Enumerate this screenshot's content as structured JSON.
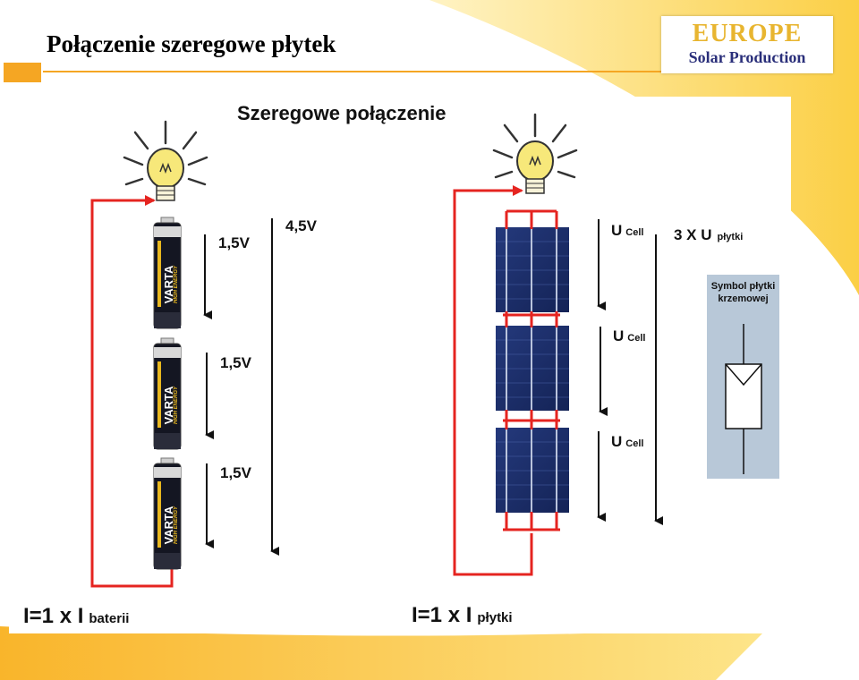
{
  "slide": {
    "title": "Połączenie szeregowe płytek"
  },
  "logo": {
    "line1": "EUROPE",
    "line2": "Solar Production"
  },
  "diagram": {
    "heading": "Szeregowe połączenie",
    "battery_voltages": [
      "1,5V",
      "1,5V",
      "1,5V"
    ],
    "battery_total": "4,5V",
    "battery_brand": "VARTA",
    "battery_subbrand": "HIGH ENERGY",
    "cell_label": "U",
    "cell_sub": "Cell",
    "panel_total": "3 X U",
    "panel_total_sub": "płytki",
    "symbol_caption": "Symbol płytki krzemowej",
    "battery_current": "I=1 x I",
    "battery_current_sub": "baterii",
    "panel_current": "I=1 x I",
    "panel_current_sub": "płytki"
  },
  "colors": {
    "accent_orange": "#f5a623",
    "swoosh_yellow": "#fbd24a",
    "wire_red": "#e52420",
    "cell_blue": "#1d2f6b",
    "logo_gold": "#e8b530",
    "logo_blue": "#2a2f7a",
    "symbol_bg": "#b8c8d8"
  }
}
